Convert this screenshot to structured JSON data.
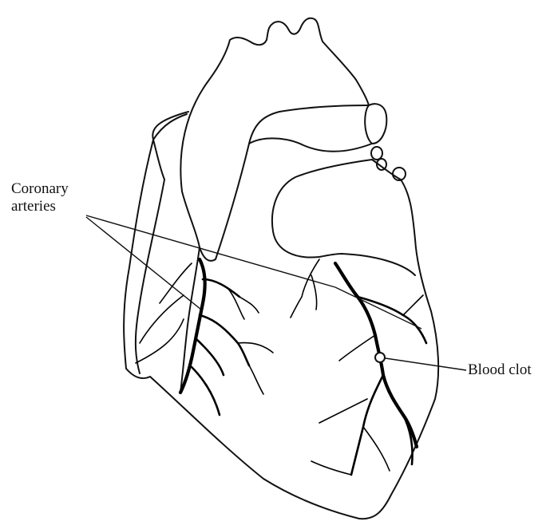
{
  "labels": {
    "coronary_line1": "Coronary",
    "coronary_line2": "arteries",
    "blood_clot": "Blood clot"
  },
  "colors": {
    "line": "#111111",
    "background": "#ffffff"
  }
}
